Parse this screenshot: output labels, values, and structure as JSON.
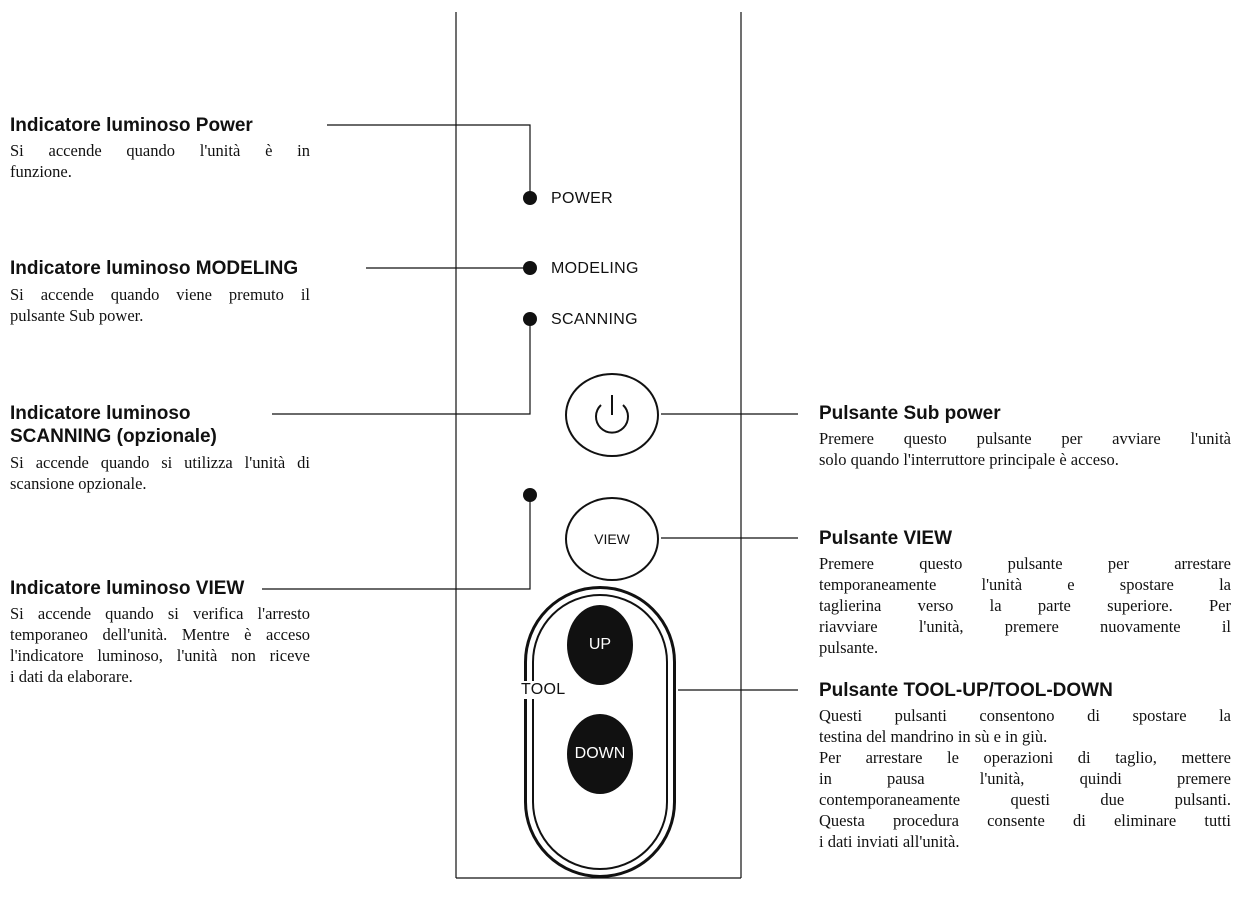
{
  "panel": {
    "power_label": "POWER",
    "modeling_label": "MODELING",
    "scanning_label": "SCANNING",
    "view_label": "VIEW",
    "tool_label": "TOOL",
    "up_label": "UP",
    "down_label": "DOWN"
  },
  "callouts": {
    "power": {
      "title": "Indicatore luminoso Power",
      "desc": [
        "Si accende quando l'unità è in",
        "funzione."
      ]
    },
    "modeling": {
      "title": "Indicatore luminoso MODELING",
      "desc": [
        "Si accende quando viene premuto il",
        "pulsante Sub power."
      ]
    },
    "scanning": {
      "title_line1": "Indicatore luminoso",
      "title_line2": "SCANNING (opzionale)",
      "desc": [
        "Si accende quando si utilizza l'unità di",
        "scansione opzionale."
      ]
    },
    "view_led": {
      "title": "Indicatore luminoso VIEW",
      "desc": [
        "Si accende quando si verifica l'arresto",
        "temporaneo dell'unità. Mentre è acceso",
        "l'indicatore luminoso, l'unità non riceve",
        "i dati da elaborare."
      ]
    },
    "sub_power": {
      "title": "Pulsante Sub power",
      "desc": [
        "Premere questo pulsante per avviare l'unità",
        "solo quando l'interruttore principale è acceso."
      ]
    },
    "view_button": {
      "title": "Pulsante VIEW",
      "desc": [
        "Premere questo pulsante per arrestare",
        "temporaneamente l'unità e spostare la",
        "taglierina verso la parte superiore. Per",
        "riavviare l'unità, premere nuovamente il",
        "pulsante."
      ]
    },
    "tool": {
      "title": "Pulsante TOOL-UP/TOOL-DOWN",
      "desc": [
        "Questi pulsanti consentono di spostare la",
        "testina del mandrino in sù e in giù.",
        "Per arrestare le operazioni di taglio, mettere",
        "in pausa l'unità, quindi premere",
        "contemporaneamente questi due pulsanti.",
        "Questa procedura consente di eliminare tutti",
        "i dati inviati all'unità."
      ]
    }
  }
}
